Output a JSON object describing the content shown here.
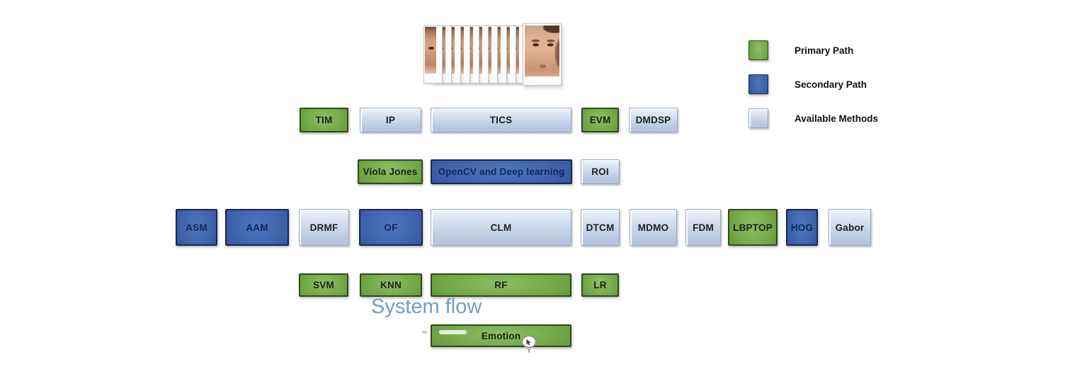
{
  "caption": {
    "text": "System flow"
  },
  "colors": {
    "primary_green": "#6da343",
    "secondary_blue": "#3a5ea6",
    "available_light": "#ccd9ec",
    "caption_blue": "#6f9dc6"
  },
  "video_stack": {
    "frame_count": 12
  },
  "legend": [
    {
      "label": "Primary Path",
      "type": "primary"
    },
    {
      "label": "Secondary Path",
      "type": "secondary"
    },
    {
      "label": "Available Methods",
      "type": "available"
    }
  ],
  "rows": {
    "preprocessing": [
      {
        "label": "TIM",
        "type": "primary"
      },
      {
        "label": "IP",
        "type": "available"
      },
      {
        "label": "TICS",
        "type": "available"
      },
      {
        "label": "EVM",
        "type": "primary"
      },
      {
        "label": "DMDSP",
        "type": "available"
      }
    ],
    "face_detection": [
      {
        "label": "Viola Jones",
        "type": "primary"
      },
      {
        "label": "OpenCV and Deep learning",
        "type": "secondary"
      },
      {
        "label": "ROI",
        "type": "available"
      }
    ],
    "feature_extraction": [
      {
        "label": "ASM",
        "type": "secondary"
      },
      {
        "label": "AAM",
        "type": "secondary"
      },
      {
        "label": "DRMF",
        "type": "available"
      },
      {
        "label": "OF",
        "type": "secondary"
      },
      {
        "label": "CLM",
        "type": "available"
      },
      {
        "label": "DTCM",
        "type": "available"
      },
      {
        "label": "MDMO",
        "type": "available"
      },
      {
        "label": "FDM",
        "type": "available"
      },
      {
        "label": "LBPTOP",
        "type": "primary"
      },
      {
        "label": "HOG",
        "type": "secondary"
      },
      {
        "label": "Gabor",
        "type": "available"
      }
    ],
    "classification": [
      {
        "label": "SVM",
        "type": "primary"
      },
      {
        "label": "KNN",
        "type": "primary"
      },
      {
        "label": "RF",
        "type": "primary"
      },
      {
        "label": "LR",
        "type": "primary"
      }
    ],
    "output": [
      {
        "label": "Emotion",
        "type": "primary"
      }
    ]
  }
}
